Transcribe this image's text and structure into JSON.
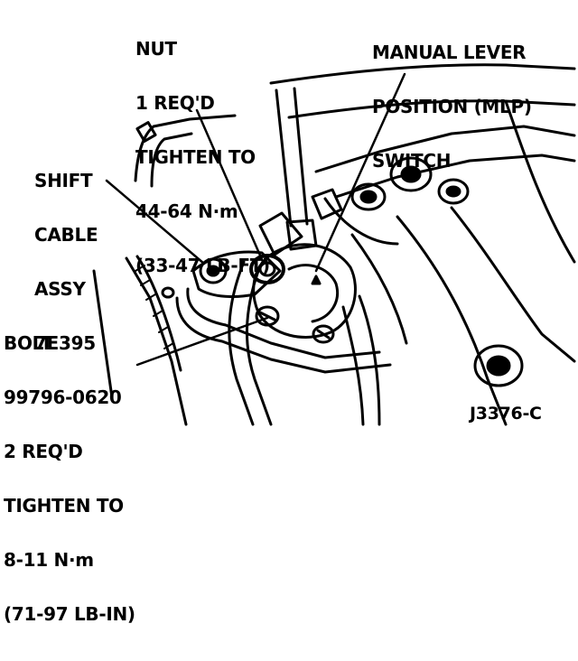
{
  "labels": {
    "nut": [
      "NUT",
      "1 REQ'D",
      "TIGHTEN TO",
      "44-64 N·m",
      "(33-47 LB-FT)"
    ],
    "mlp_switch": [
      "MANUAL LEVER",
      "POSITION (MLP)",
      "SWITCH"
    ],
    "shift_cable": [
      "SHIFT",
      "CABLE",
      "ASSY",
      "7E395"
    ],
    "bolt": [
      "BOLT",
      "99796-0620",
      "2 REQ'D",
      "TIGHTEN TO",
      "8-11 N·m",
      "(71-97 LB-IN)"
    ]
  },
  "figure_id": "J3376-C",
  "colors": {
    "ink": "#000000",
    "paper": "#ffffff"
  }
}
